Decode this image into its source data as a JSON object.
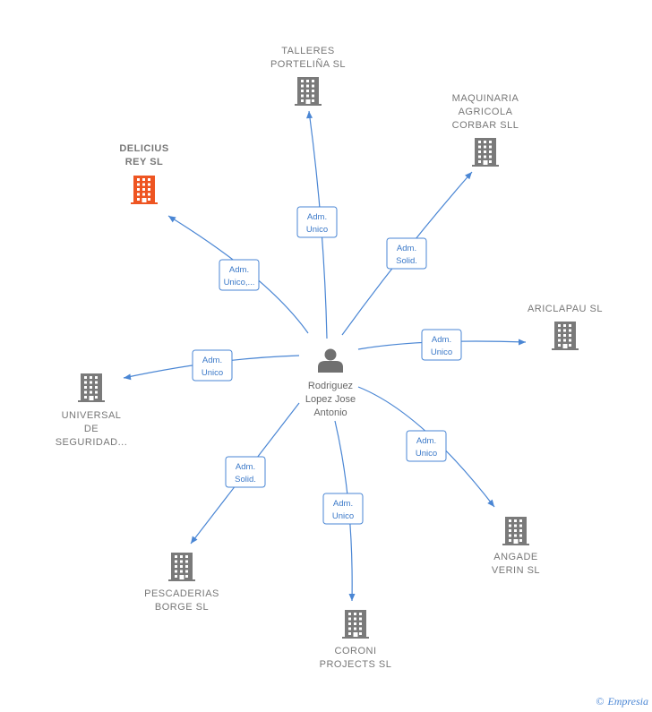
{
  "center": {
    "name_lines": [
      "Rodriguez",
      "Lopez Jose",
      "Antonio"
    ]
  },
  "colors": {
    "edge": "#4a86d4",
    "building": "#7a7a7a",
    "building_highlight": "#ee5522"
  },
  "icons": {
    "person": "person-icon",
    "company": "building-icon"
  },
  "nodes": [
    {
      "id": "talleres",
      "lines": [
        "TALLERES",
        "PORTELIÑA  SL"
      ],
      "highlight": false,
      "edge": [
        "Adm.",
        "Unico"
      ]
    },
    {
      "id": "maquinaria",
      "lines": [
        "MAQUINARIA",
        "AGRICOLA",
        "CORBAR  SLL"
      ],
      "highlight": false,
      "edge": [
        "Adm.",
        "Solid."
      ]
    },
    {
      "id": "delicius",
      "lines": [
        "DELICIUS",
        "REY  SL"
      ],
      "highlight": true,
      "edge": [
        "Adm.",
        "Unico,..."
      ]
    },
    {
      "id": "ariclapau",
      "lines": [
        "ARICLAPAU  SL"
      ],
      "highlight": false,
      "edge": [
        "Adm.",
        "Unico"
      ]
    },
    {
      "id": "universal",
      "lines": [
        "UNIVERSAL",
        "DE",
        "SEGURIDAD..."
      ],
      "highlight": false,
      "edge": [
        "Adm.",
        "Unico"
      ]
    },
    {
      "id": "angade",
      "lines": [
        "ANGADE",
        "VERIN  SL"
      ],
      "highlight": false,
      "edge": [
        "Adm.",
        "Unico"
      ]
    },
    {
      "id": "pescaderias",
      "lines": [
        "PESCADERIAS",
        "BORGE  SL"
      ],
      "highlight": false,
      "edge": [
        "Adm.",
        "Solid."
      ]
    },
    {
      "id": "coroni",
      "lines": [
        "CORONI",
        "PROJECTS  SL"
      ],
      "highlight": false,
      "edge": [
        "Adm.",
        "Unico"
      ]
    }
  ],
  "footer": {
    "copyright_symbol": "©",
    "brand": "Empresia"
  }
}
